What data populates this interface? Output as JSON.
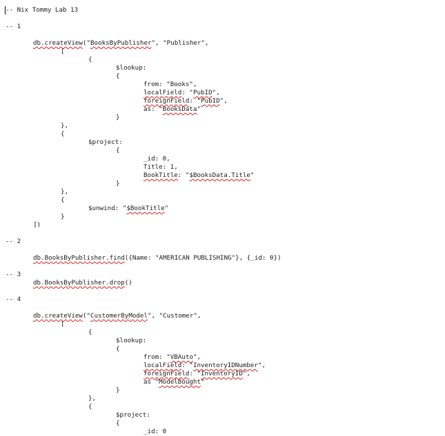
{
  "document": {
    "lines": [
      {
        "indent": 0,
        "segments": [
          {
            "t": "-- Nix Tommy Lab 13"
          }
        ]
      },
      {
        "indent": 0,
        "segments": []
      },
      {
        "indent": 0,
        "segments": [
          {
            "t": "-- 1"
          }
        ]
      },
      {
        "indent": 0,
        "segments": []
      },
      {
        "indent": 1,
        "segments": [
          {
            "t": "db.createView",
            "err": true
          },
          {
            "t": "(\""
          },
          {
            "t": "BooksByPublisher",
            "err": true
          },
          {
            "t": "\", \"Publisher\","
          }
        ]
      },
      {
        "indent": 2,
        "segments": [
          {
            "t": "["
          }
        ]
      },
      {
        "indent": 0,
        "segments": []
      },
      {
        "indent": 3,
        "segments": [
          {
            "t": "{"
          }
        ]
      },
      {
        "indent": 4,
        "segments": [
          {
            "t": "$lookup:"
          }
        ]
      },
      {
        "indent": 4,
        "segments": [
          {
            "t": "{"
          }
        ]
      },
      {
        "indent": 5,
        "segments": [
          {
            "t": "from: \"Books\","
          }
        ]
      },
      {
        "indent": 5,
        "segments": [
          {
            "t": "localField",
            "err": true
          },
          {
            "t": ": \""
          },
          {
            "t": "PubID",
            "err": true
          },
          {
            "t": "\","
          }
        ]
      },
      {
        "indent": 5,
        "segments": [
          {
            "t": "foreignField",
            "err": true
          },
          {
            "t": ": \""
          },
          {
            "t": "PubID",
            "err": true
          },
          {
            "t": "\","
          }
        ]
      },
      {
        "indent": 5,
        "segments": [
          {
            "t": "as: \""
          },
          {
            "t": "BooksData",
            "err": true
          },
          {
            "t": "\""
          }
        ]
      },
      {
        "indent": 4,
        "segments": [
          {
            "t": "}"
          }
        ]
      },
      {
        "indent": 2,
        "segments": [
          {
            "t": "},"
          }
        ]
      },
      {
        "indent": 2,
        "segments": [
          {
            "t": "{"
          }
        ]
      },
      {
        "indent": 3,
        "segments": [
          {
            "t": "$project:"
          }
        ]
      },
      {
        "indent": 4,
        "segments": [
          {
            "t": "{"
          }
        ]
      },
      {
        "indent": 5,
        "segments": [
          {
            "t": "_id: 0,"
          }
        ]
      },
      {
        "indent": 5,
        "segments": [
          {
            "t": "Title: 1,"
          }
        ]
      },
      {
        "indent": 5,
        "segments": [
          {
            "t": "BookTitle",
            "err": true
          },
          {
            "t": ": \""
          },
          {
            "t": "$BooksData.Title",
            "err": true
          },
          {
            "t": "\""
          }
        ]
      },
      {
        "indent": 4,
        "segments": [
          {
            "t": "}"
          }
        ]
      },
      {
        "indent": 2,
        "segments": [
          {
            "t": "},"
          }
        ]
      },
      {
        "indent": 2,
        "segments": [
          {
            "t": "{"
          }
        ]
      },
      {
        "indent": 3,
        "segments": [
          {
            "t": "$unwind: \""
          },
          {
            "t": "$BookTitle",
            "err": true
          },
          {
            "t": "\""
          }
        ]
      },
      {
        "indent": 2,
        "segments": [
          {
            "t": "}"
          }
        ]
      },
      {
        "indent": 1,
        "segments": [
          {
            "t": "])"
          }
        ]
      },
      {
        "indent": 0,
        "segments": []
      },
      {
        "indent": 0,
        "segments": [
          {
            "t": "-- 2"
          }
        ]
      },
      {
        "indent": 0,
        "segments": []
      },
      {
        "indent": 1,
        "segments": [
          {
            "t": "db.BooksByPublisher.find",
            "err": true
          },
          {
            "t": "({Name: \"AMERICAN PUBLISHING\"}, {_id: 0})"
          }
        ]
      },
      {
        "indent": 0,
        "segments": []
      },
      {
        "indent": 0,
        "segments": [
          {
            "t": "-- 3"
          }
        ]
      },
      {
        "indent": 1,
        "segments": [
          {
            "t": "db.BooksByPublisher.drop",
            "err": true
          },
          {
            "t": "()"
          }
        ]
      },
      {
        "indent": 0,
        "segments": []
      },
      {
        "indent": 0,
        "segments": [
          {
            "t": "-- 4"
          }
        ]
      },
      {
        "indent": 0,
        "segments": []
      },
      {
        "indent": 1,
        "segments": [
          {
            "t": "db.createView",
            "err": true
          },
          {
            "t": "(\""
          },
          {
            "t": "CustomerByModel",
            "err": true
          },
          {
            "t": "\", \"Customer\","
          }
        ]
      },
      {
        "indent": 2,
        "segments": [
          {
            "t": "["
          }
        ]
      },
      {
        "indent": 0,
        "segments": []
      },
      {
        "indent": 3,
        "segments": [
          {
            "t": "{"
          }
        ]
      },
      {
        "indent": 4,
        "segments": [
          {
            "t": "$lookup:"
          }
        ]
      },
      {
        "indent": 4,
        "segments": [
          {
            "t": "{"
          }
        ]
      },
      {
        "indent": 5,
        "segments": [
          {
            "t": "from: \""
          },
          {
            "t": "VBAuto",
            "err": true
          },
          {
            "t": "\","
          }
        ]
      },
      {
        "indent": 5,
        "segments": [
          {
            "t": "localField",
            "err": true
          },
          {
            "t": ": \""
          },
          {
            "t": "InventoryIDNumber",
            "err": true
          },
          {
            "t": "\","
          }
        ]
      },
      {
        "indent": 5,
        "segments": [
          {
            "t": "foreignField",
            "err": true
          },
          {
            "t": ": \""
          },
          {
            "t": "InventoryID",
            "err": true
          },
          {
            "t": "\","
          }
        ]
      },
      {
        "indent": 5,
        "segments": [
          {
            "t": "as \""
          },
          {
            "t": "ModelBought",
            "err": true
          },
          {
            "t": "\""
          }
        ]
      },
      {
        "indent": 4,
        "segments": [
          {
            "t": "}"
          }
        ]
      },
      {
        "indent": 3,
        "segments": [
          {
            "t": "},"
          }
        ]
      },
      {
        "indent": 3,
        "segments": [
          {
            "t": "{"
          }
        ]
      },
      {
        "indent": 4,
        "segments": [
          {
            "t": "$project:"
          }
        ]
      },
      {
        "indent": 4,
        "segments": [
          {
            "t": "{"
          }
        ]
      },
      {
        "indent": 5,
        "segments": [
          {
            "t": "_id: 0"
          }
        ]
      }
    ]
  }
}
